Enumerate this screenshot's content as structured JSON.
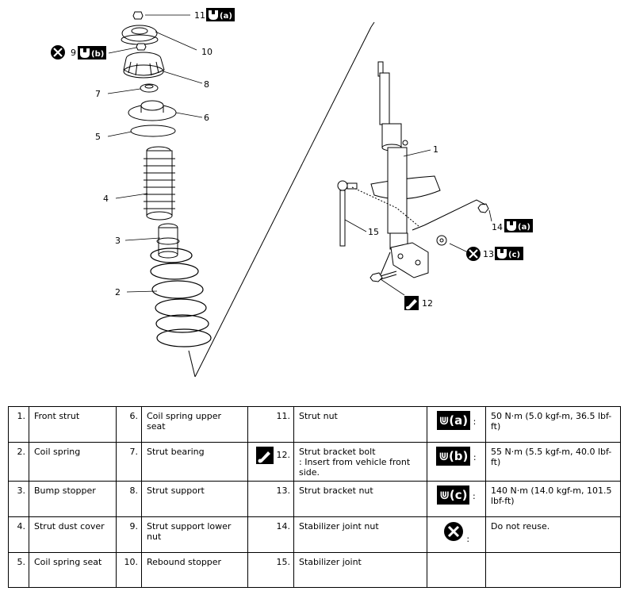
{
  "callouts": {
    "c1": "1",
    "c2": "2",
    "c3": "3",
    "c4": "4",
    "c5": "5",
    "c6": "6",
    "c7": "7",
    "c8": "8",
    "c9": "9",
    "c10": "10",
    "c11": "11",
    "c12": "12",
    "c13": "13",
    "c14": "14",
    "c15": "15"
  },
  "badges": {
    "a": "(a)",
    "b": "(b)",
    "c": "(c)"
  },
  "parts": [
    {
      "num": "1.",
      "name": "Front strut"
    },
    {
      "num": "2.",
      "name": "Coil spring"
    },
    {
      "num": "3.",
      "name": "Bump stopper"
    },
    {
      "num": "4.",
      "name": "Strut dust cover"
    },
    {
      "num": "5.",
      "name": "Coil spring seat"
    },
    {
      "num": "6.",
      "name": "Coil spring upper seat"
    },
    {
      "num": "7.",
      "name": "Strut bearing"
    },
    {
      "num": "8.",
      "name": "Strut support"
    },
    {
      "num": "9.",
      "name": "Strut support lower nut"
    },
    {
      "num": "10.",
      "name": "Rebound stopper"
    },
    {
      "num": "11.",
      "name": "Strut nut"
    },
    {
      "num": "12.",
      "name": "Strut bracket bolt",
      "note": ": Insert from vehicle front side."
    },
    {
      "num": "13.",
      "name": "Strut bracket nut"
    },
    {
      "num": "14.",
      "name": "Stabilizer joint nut"
    },
    {
      "num": "15.",
      "name": "Stabilizer joint"
    }
  ],
  "specs": [
    {
      "icon": "(a)",
      "value": "50 N·m (5.0 kgf-m, 36.5 lbf-ft)"
    },
    {
      "icon": "(b)",
      "value": "55 N·m (5.5 kgf-m, 40.0 lbf-ft)"
    },
    {
      "icon": "(c)",
      "value": "140 N·m (14.0 kgf-m, 101.5 lbf-ft)"
    },
    {
      "icon": "x-icon",
      "value": "Do not reuse."
    }
  ],
  "spec_separator": ":"
}
